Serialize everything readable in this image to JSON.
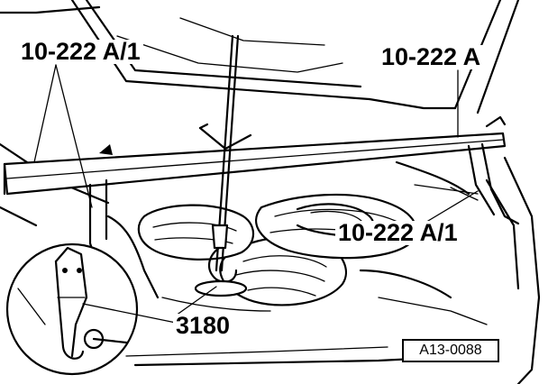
{
  "labels": {
    "support_bracket_top": "10-222 A/1",
    "support_bar": "10-222 A",
    "support_bracket_middle": "10-222 A/1",
    "hook_tool": "3180"
  },
  "figure_id": "A13-0088",
  "colors": {
    "ink": "#000000",
    "paper": "#ffffff"
  }
}
